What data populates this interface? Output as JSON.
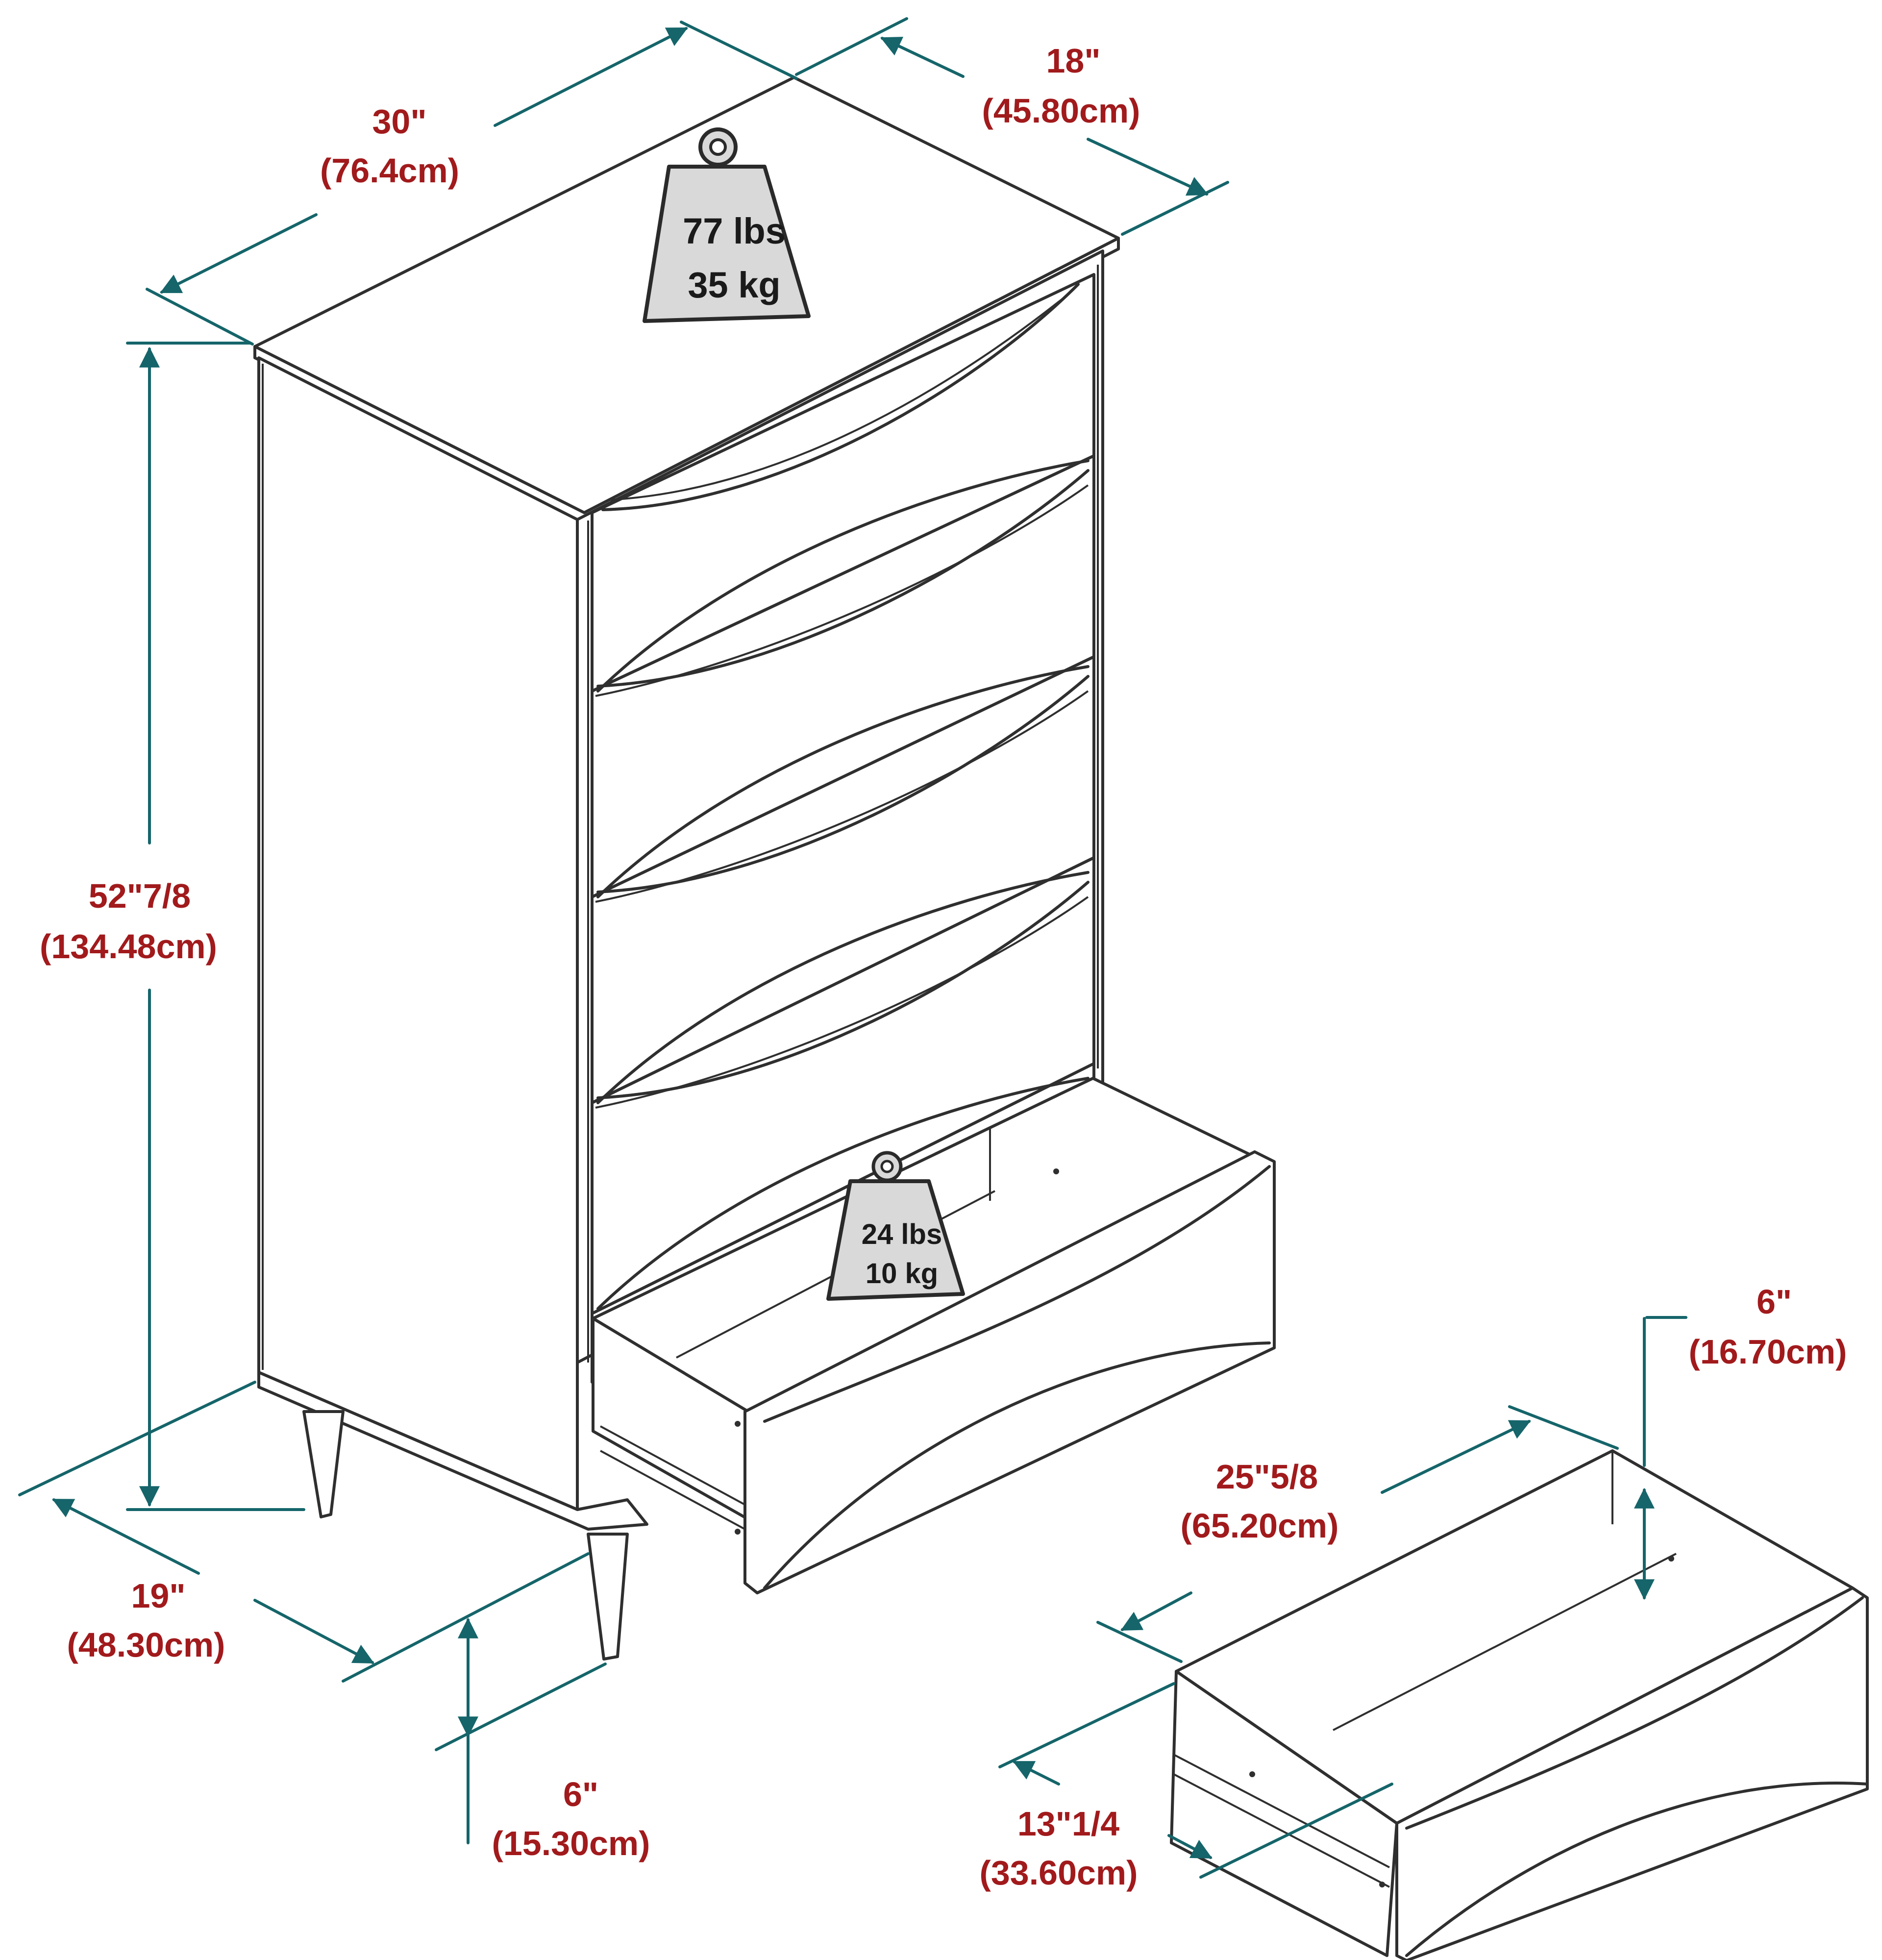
{
  "colors": {
    "dimension_line": "#15656a",
    "dimension_text": "#a11a1c",
    "outline": "#2f2f2f",
    "weight_fill": "#d9d9d9"
  },
  "dimensions": {
    "width": {
      "in": "30\"",
      "cm": "(76.4cm)"
    },
    "depth": {
      "in": "18\"",
      "cm": "(45.80cm)"
    },
    "height": {
      "in": "52\"7/8",
      "cm": "(134.48cm)"
    },
    "base_depth": {
      "in": "19\"",
      "cm": "(48.30cm)"
    },
    "leg_height": {
      "in": "6\"",
      "cm": "(15.30cm)"
    },
    "drawer_height": {
      "in": "6\"",
      "cm": "(16.70cm)"
    },
    "drawer_width": {
      "in": "25\"5/8",
      "cm": "(65.20cm)"
    },
    "drawer_depth": {
      "in": "13\"1/4",
      "cm": "(33.60cm)"
    }
  },
  "weights": {
    "chest": {
      "lbs": "77 lbs",
      "kg": "35 kg",
      "icon": "weight-icon"
    },
    "drawer": {
      "lbs": "24 lbs",
      "kg": "10 kg",
      "icon": "weight-icon"
    }
  }
}
